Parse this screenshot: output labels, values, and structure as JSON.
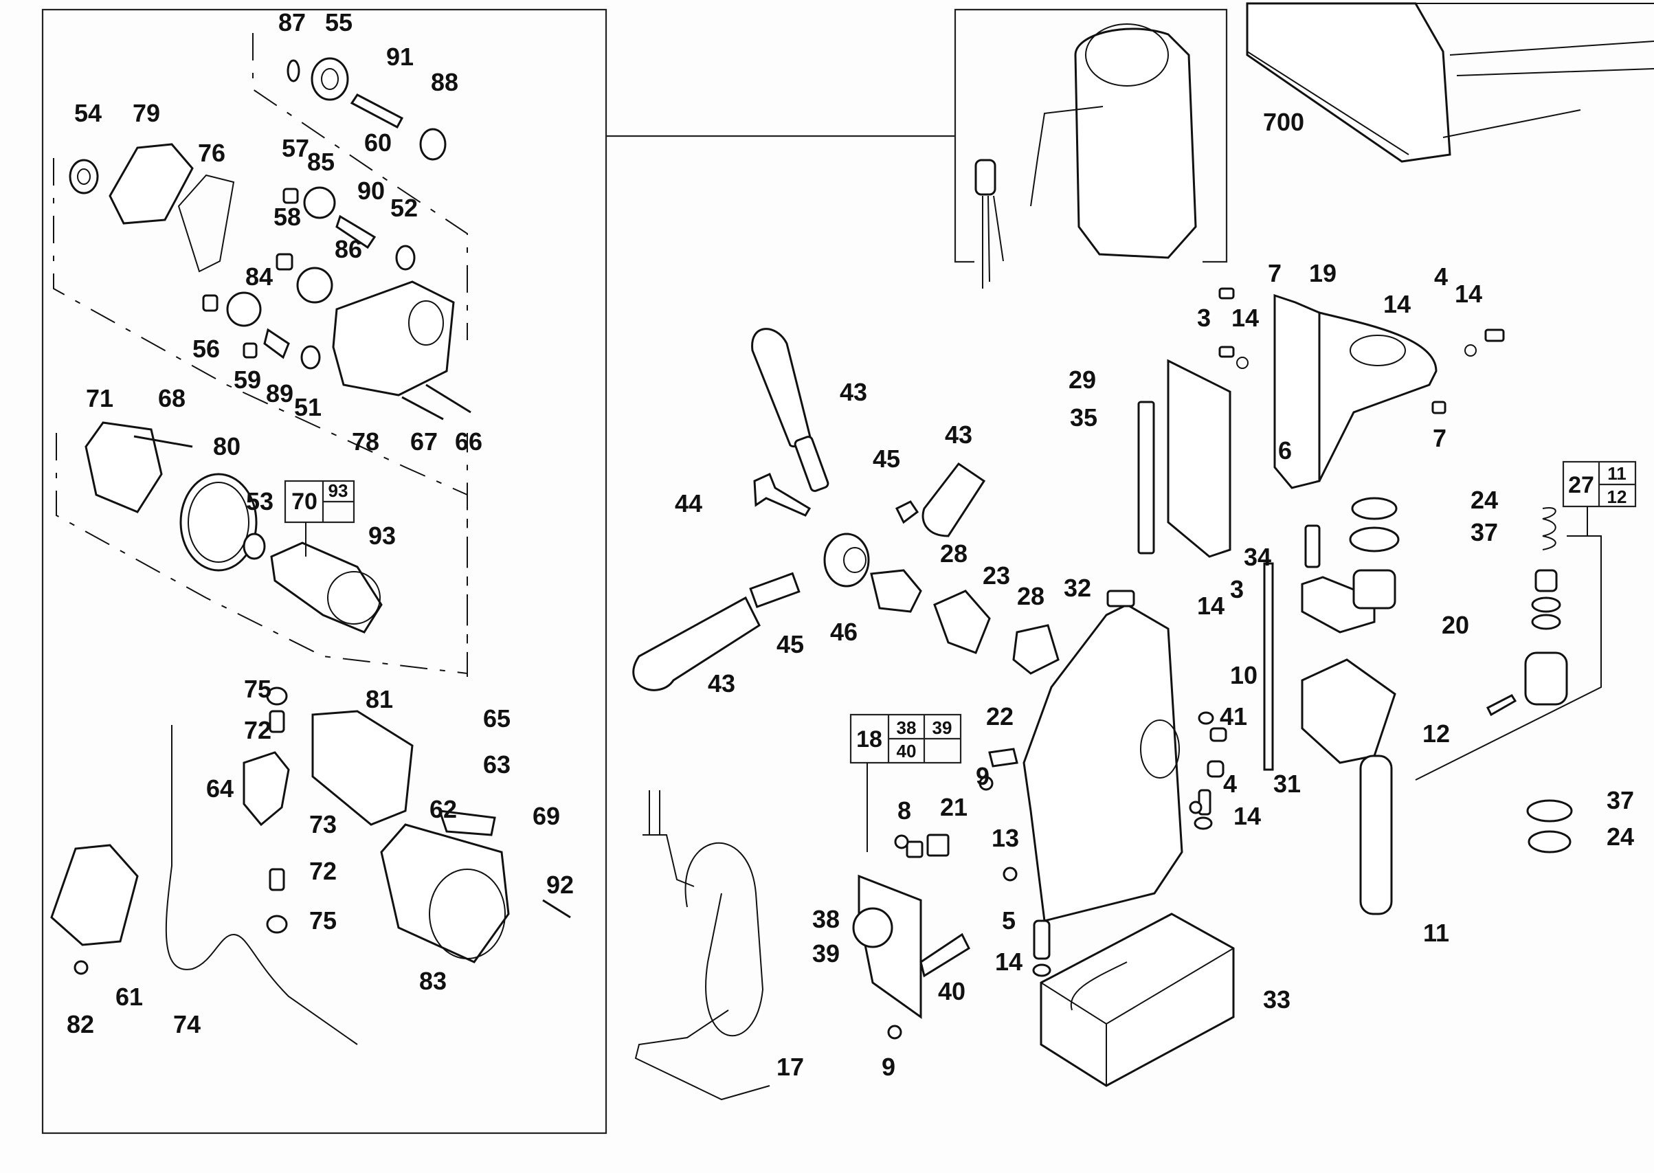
{
  "diagram": {
    "type": "exploded-parts-diagram",
    "subject": "magnetic drill press",
    "groups": {
      "gearbox_motor_panel": {
        "labels": [
          "87",
          "55",
          "91",
          "88",
          "54",
          "79",
          "60",
          "76",
          "57",
          "85",
          "90",
          "52",
          "58",
          "86",
          "84",
          "56",
          "59",
          "89",
          "51",
          "78",
          "67",
          "66",
          "71",
          "68",
          "80",
          "53",
          "93",
          "75",
          "72",
          "64",
          "73",
          "72",
          "75",
          "81",
          "65",
          "63",
          "62",
          "69",
          "92",
          "61",
          "82",
          "74",
          "83"
        ],
        "kit_box": {
          "main": "70",
          "includes": [
            "93",
            ""
          ]
        }
      },
      "motor_unit": {
        "labels": []
      },
      "carry_case": {
        "labels": [
          "700"
        ]
      },
      "feed_handles": {
        "labels": [
          "43",
          "45",
          "43",
          "44",
          "45",
          "46",
          "43",
          "28",
          "23",
          "28"
        ]
      },
      "column_slide": {
        "labels": [
          "7",
          "19",
          "14",
          "4",
          "3",
          "14",
          "29",
          "35",
          "14",
          "7",
          "24",
          "37",
          "6",
          "34",
          "32",
          "3",
          "14",
          "10",
          "41",
          "20",
          "31",
          "4",
          "14",
          "12",
          "11"
        ]
      },
      "frame_base": {
        "labels": [
          "22",
          "9",
          "21",
          "8",
          "13",
          "5",
          "14",
          "33"
        ]
      },
      "switch_assembly": {
        "labels": [
          "38",
          "39",
          "40",
          "9"
        ],
        "kit_box": {
          "main": "18",
          "includes": [
            "38",
            "39",
            "40",
            ""
          ]
        }
      },
      "power_cord": {
        "labels": [
          "17"
        ]
      },
      "spring_stop_assembly": {
        "labels": [
          "37",
          "24"
        ],
        "kit_box": {
          "main": "27",
          "includes": [
            "11",
            "12"
          ]
        }
      }
    },
    "callouts": [
      {
        "id": "87"
      },
      {
        "id": "55"
      },
      {
        "id": "91"
      },
      {
        "id": "88"
      },
      {
        "id": "54"
      },
      {
        "id": "79"
      },
      {
        "id": "60"
      },
      {
        "id": "76"
      },
      {
        "id": "57"
      },
      {
        "id": "85"
      },
      {
        "id": "90"
      },
      {
        "id": "52"
      },
      {
        "id": "58"
      },
      {
        "id": "86"
      },
      {
        "id": "84"
      },
      {
        "id": "56"
      },
      {
        "id": "59"
      },
      {
        "id": "89"
      },
      {
        "id": "51"
      },
      {
        "id": "78"
      },
      {
        "id": "67"
      },
      {
        "id": "66"
      },
      {
        "id": "71"
      },
      {
        "id": "68"
      },
      {
        "id": "80"
      },
      {
        "id": "53"
      },
      {
        "id": "93"
      },
      {
        "id": "75"
      },
      {
        "id": "72"
      },
      {
        "id": "64"
      },
      {
        "id": "73"
      },
      {
        "id": "72"
      },
      {
        "id": "75"
      },
      {
        "id": "81"
      },
      {
        "id": "65"
      },
      {
        "id": "63"
      },
      {
        "id": "62"
      },
      {
        "id": "69"
      },
      {
        "id": "92"
      },
      {
        "id": "61"
      },
      {
        "id": "82"
      },
      {
        "id": "74"
      },
      {
        "id": "83"
      },
      {
        "id": "700"
      },
      {
        "id": "43"
      },
      {
        "id": "45"
      },
      {
        "id": "43"
      },
      {
        "id": "44"
      },
      {
        "id": "45"
      },
      {
        "id": "46"
      },
      {
        "id": "43"
      },
      {
        "id": "28"
      },
      {
        "id": "23"
      },
      {
        "id": "28"
      },
      {
        "id": "7"
      },
      {
        "id": "19"
      },
      {
        "id": "14"
      },
      {
        "id": "4"
      },
      {
        "id": "3"
      },
      {
        "id": "14"
      },
      {
        "id": "29"
      },
      {
        "id": "35"
      },
      {
        "id": "14"
      },
      {
        "id": "7"
      },
      {
        "id": "24"
      },
      {
        "id": "37"
      },
      {
        "id": "6"
      },
      {
        "id": "34"
      },
      {
        "id": "32"
      },
      {
        "id": "3"
      },
      {
        "id": "14"
      },
      {
        "id": "10"
      },
      {
        "id": "41"
      },
      {
        "id": "20"
      },
      {
        "id": "22"
      },
      {
        "id": "9"
      },
      {
        "id": "21"
      },
      {
        "id": "31"
      },
      {
        "id": "4"
      },
      {
        "id": "14"
      },
      {
        "id": "8"
      },
      {
        "id": "13"
      },
      {
        "id": "5"
      },
      {
        "id": "14"
      },
      {
        "id": "12"
      },
      {
        "id": "37"
      },
      {
        "id": "24"
      },
      {
        "id": "11"
      },
      {
        "id": "38"
      },
      {
        "id": "39"
      },
      {
        "id": "40"
      },
      {
        "id": "9"
      },
      {
        "id": "17"
      },
      {
        "id": "33"
      }
    ]
  }
}
